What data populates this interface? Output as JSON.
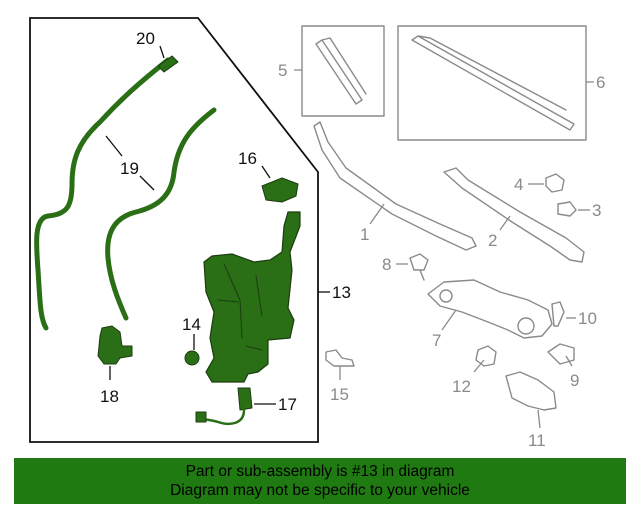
{
  "callouts": {
    "c1": "1",
    "c2": "2",
    "c3": "3",
    "c4": "4",
    "c5": "5",
    "c6": "6",
    "c7": "7",
    "c8": "8",
    "c9": "9",
    "c10": "10",
    "c11": "11",
    "c12": "12",
    "c13": "13",
    "c14": "14",
    "c15": "15",
    "c16": "16",
    "c17": "17",
    "c18": "18",
    "c19": "19",
    "c20": "20"
  },
  "banner": {
    "line1": "Part or sub-assembly is #13 in diagram",
    "line2": "Diagram may not be specific to your vehicle"
  },
  "colors": {
    "highlight": "#2a6e16",
    "banner": "#1f7a12",
    "grey_part": "#8a8a8a"
  }
}
